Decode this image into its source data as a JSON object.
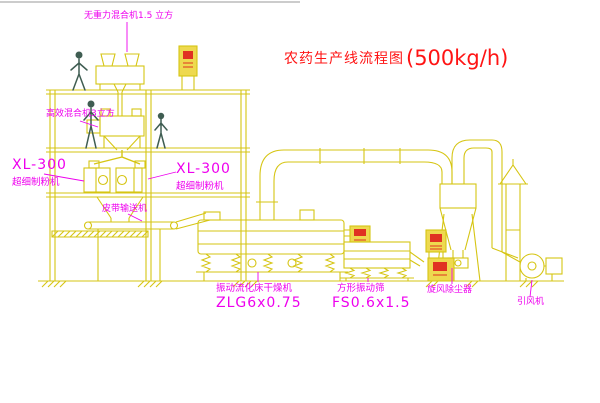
{
  "title": {
    "text": "农药生产线流程图",
    "capacity": "(500kg/h)"
  },
  "labels": {
    "top_mixer": "无重力混合机1.5 立方",
    "high_eff_mixer": "高效混合机3立方",
    "mill_left_model": "XL-300",
    "mill_left_name": "超细制粉机",
    "mill_center_model": "XL-300",
    "mill_center_name": "超细制粉机",
    "belt_conveyor": "皮带输送机",
    "dryer_name": "振动流化床干燥机",
    "dryer_model": "ZLG6x0.75",
    "sieve_name": "方形振动筛",
    "sieve_model": "FS0.6x1.5",
    "cyclone": "旋风除尘器",
    "fan": "引风机"
  },
  "colors": {
    "line": "#d6c513",
    "ann": "#ee00ee",
    "title": "#ff1414",
    "fig": "#3f5d52",
    "cab": "#eed94f",
    "red": "#e03222"
  }
}
